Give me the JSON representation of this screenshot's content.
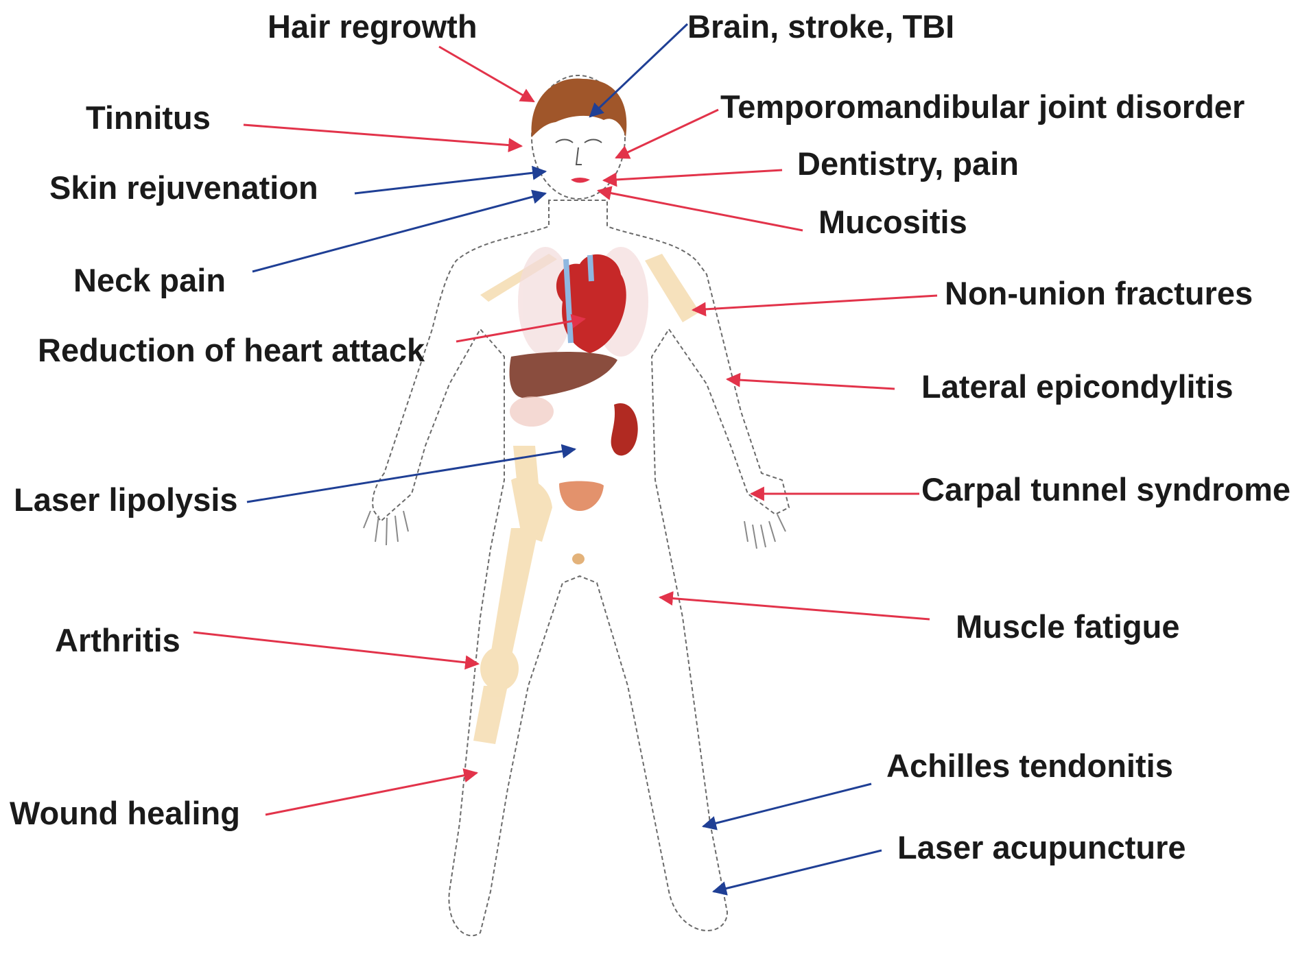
{
  "colors": {
    "red_arrow": "#e2334a",
    "blue_arrow": "#1f3f95",
    "outline": "#6a6a6a",
    "hair": "#a0562a",
    "heart": "#c62828",
    "liver": "#8a4d3e",
    "kidney": "#b12a22",
    "bone": "#f5dcb0",
    "bladder": "#e3926c",
    "text": "#1a1a1a"
  },
  "labels": {
    "hair_regrowth": "Hair regrowth",
    "brain": "Brain, stroke, TBI",
    "tinnitus": "Tinnitus",
    "tmj": "Temporomandibular joint disorder",
    "skin": "Skin rejuvenation",
    "dentistry": "Dentistry, pain",
    "mucositis": "Mucositis",
    "neck": "Neck pain",
    "nonunion": "Non-union fractures",
    "heart": "Reduction of heart attack",
    "lateral": "Lateral epicondylitis",
    "lipolysis": "Laser lipolysis",
    "carpal": "Carpal tunnel syndrome",
    "muscle": "Muscle fatigue",
    "arthritis": "Arthritis",
    "achilles": "Achilles tendonitis",
    "wound": "Wound healing",
    "acupuncture": "Laser acupuncture"
  },
  "arrows": [
    {
      "label": "hair_regrowth",
      "color": "red"
    },
    {
      "label": "brain",
      "color": "blue"
    },
    {
      "label": "tinnitus",
      "color": "red"
    },
    {
      "label": "tmj",
      "color": "red"
    },
    {
      "label": "skin",
      "color": "blue"
    },
    {
      "label": "dentistry",
      "color": "red"
    },
    {
      "label": "mucositis",
      "color": "red"
    },
    {
      "label": "neck",
      "color": "blue"
    },
    {
      "label": "nonunion",
      "color": "red"
    },
    {
      "label": "heart",
      "color": "red"
    },
    {
      "label": "lateral",
      "color": "red"
    },
    {
      "label": "lipolysis",
      "color": "blue"
    },
    {
      "label": "carpal",
      "color": "red"
    },
    {
      "label": "muscle",
      "color": "red"
    },
    {
      "label": "arthritis",
      "color": "red"
    },
    {
      "label": "achilles",
      "color": "blue"
    },
    {
      "label": "wound",
      "color": "red"
    },
    {
      "label": "acupuncture",
      "color": "blue"
    }
  ]
}
